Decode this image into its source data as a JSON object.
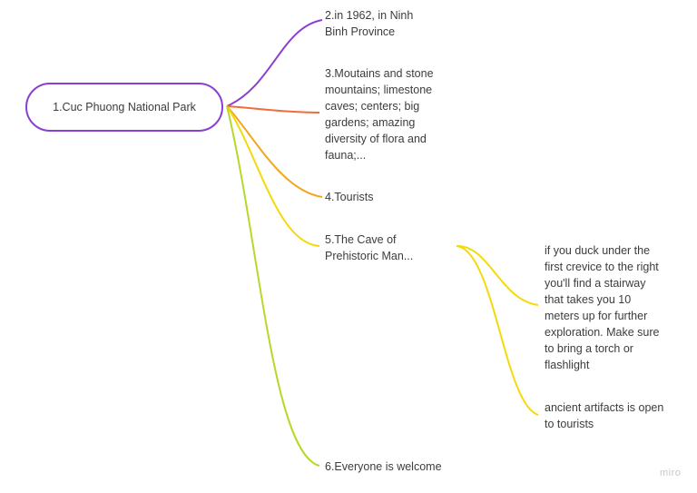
{
  "mindmap": {
    "root": {
      "label": "1.Cuc Phuong National Park",
      "border_color": "#8a3fd1"
    },
    "branches": [
      {
        "id": "n2",
        "label": "2.in 1962, in Ninh\nBinh Province",
        "color": "#8a3fd1"
      },
      {
        "id": "n3",
        "label": "3.Moutains and stone\nmountains; limestone\ncaves; centers; big\ngardens; amazing\ndiversity of flora and\nfauna;...",
        "color": "#f26b3a"
      },
      {
        "id": "n4",
        "label": "4.Tourists",
        "color": "#f5a623"
      },
      {
        "id": "n5",
        "label": "5.The Cave of\nPrehistoric Man...",
        "color": "#f5d90a",
        "children": [
          {
            "id": "n5a",
            "label": "if you duck under the\nfirst crevice to the right\nyou'll find a stairway\nthat takes you 10\nmeters up for further\nexploration. Make sure\nto bring a torch or\nflashlight",
            "color": "#f5d90a"
          },
          {
            "id": "n5b",
            "label": "ancient artifacts is open\nto tourists",
            "color": "#f5d90a"
          }
        ]
      },
      {
        "id": "n6",
        "label": "6.Everyone is welcome",
        "color": "#b5d92a"
      }
    ]
  },
  "watermark": "miro"
}
